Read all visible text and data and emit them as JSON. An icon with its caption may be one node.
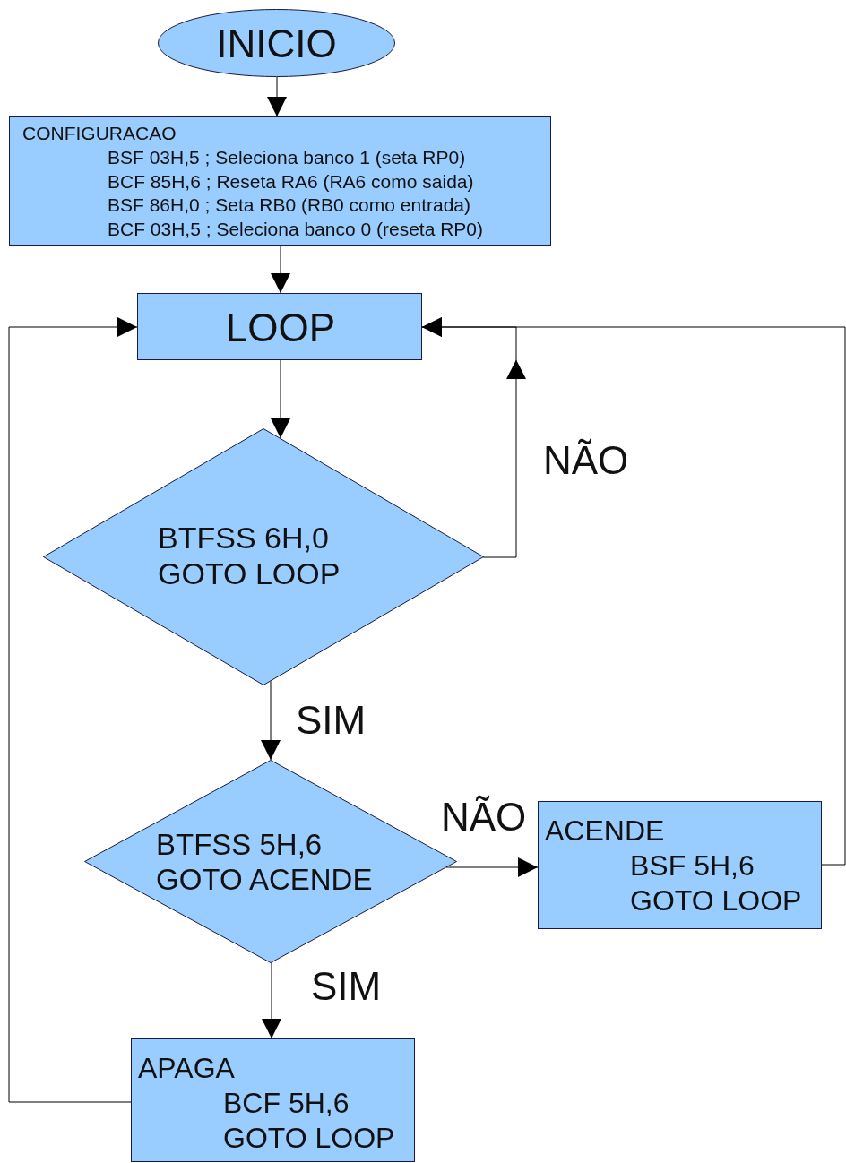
{
  "diagram": {
    "nodes": [
      {
        "text": [
          "INICIO"
        ]
      },
      {
        "text": [
          "CONFIGURACAO",
          "BSF 03H,5 ; Seleciona banco 1 (seta RP0)",
          "BCF 85H,6 ; Reseta RA6 (RA6 como saida)",
          "BSF 86H,0 ; Seta RB0 (RB0 como entrada)",
          "BCF 03H,5 ; Seleciona banco 0 (reseta RP0)"
        ]
      },
      {
        "text": [
          "LOOP"
        ]
      },
      {
        "text": [
          "BTFSS 6H,0",
          "GOTO LOOP"
        ]
      },
      {
        "text": [
          "BTFSS 5H,6",
          "GOTO ACENDE"
        ]
      },
      {
        "text": [
          "ACENDE",
          "BSF 5H,6",
          "GOTO LOOP"
        ]
      },
      {
        "text": [
          "APAGA",
          "BCF 5H,6",
          "GOTO LOOP"
        ]
      }
    ],
    "edges": [
      {
        "from": 0,
        "to": 1,
        "arrow": "to"
      },
      {
        "from": 1,
        "to": 2,
        "arrow": "to"
      },
      {
        "from": 2,
        "to": 3,
        "arrow": "to"
      },
      {
        "from": 3,
        "to": 2,
        "arrow": "to",
        "label": "NÃO"
      },
      {
        "from": 3,
        "to": 4,
        "arrow": "to",
        "label": "SIM"
      },
      {
        "from": 4,
        "to": 5,
        "arrow": "to",
        "label": "NÃO"
      },
      {
        "from": 4,
        "to": 6,
        "arrow": "to",
        "label": "SIM"
      },
      {
        "from": 5,
        "to": 2,
        "arrow": "to"
      },
      {
        "from": 6,
        "to": 2,
        "arrow": "to"
      }
    ]
  }
}
